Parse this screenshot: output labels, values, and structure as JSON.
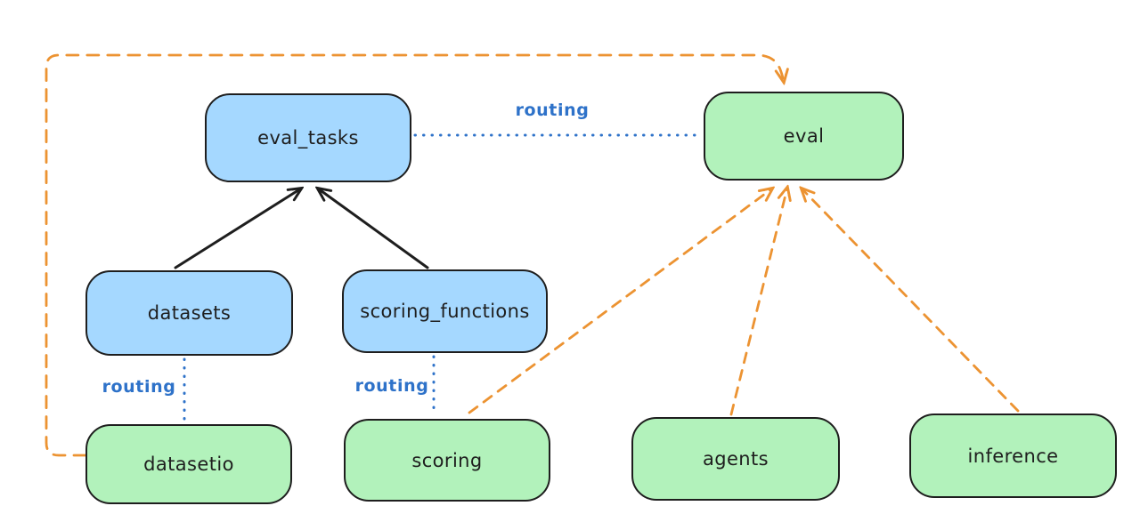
{
  "nodes": [
    {
      "id": "eval_tasks",
      "label": "eval_tasks",
      "fill": "blue"
    },
    {
      "id": "eval",
      "label": "eval",
      "fill": "green"
    },
    {
      "id": "datasets",
      "label": "datasets",
      "fill": "blue"
    },
    {
      "id": "scoring_functions",
      "label": "scoring_functions",
      "fill": "blue"
    },
    {
      "id": "datasetio",
      "label": "datasetio",
      "fill": "green"
    },
    {
      "id": "scoring",
      "label": "scoring",
      "fill": "green"
    },
    {
      "id": "agents",
      "label": "agents",
      "fill": "green"
    },
    {
      "id": "inference",
      "label": "inference",
      "fill": "green"
    }
  ],
  "edge_labels": [
    {
      "text": "routing"
    },
    {
      "text": "routing"
    },
    {
      "text": "routing"
    }
  ],
  "edges": [
    {
      "from": "datasets",
      "to": "eval_tasks",
      "style": "solid-black-arrow"
    },
    {
      "from": "scoring_functions",
      "to": "eval_tasks",
      "style": "solid-black-arrow"
    },
    {
      "from": "eval_tasks",
      "to": "eval",
      "style": "dotted-blue",
      "label": "routing"
    },
    {
      "from": "datasets",
      "to": "datasetio",
      "style": "dotted-blue",
      "label": "routing"
    },
    {
      "from": "scoring_functions",
      "to": "scoring",
      "style": "dotted-blue",
      "label": "routing"
    },
    {
      "from": "datasetio",
      "to": "eval",
      "style": "dashed-orange-arrow"
    },
    {
      "from": "scoring",
      "to": "eval",
      "style": "dashed-orange-arrow"
    },
    {
      "from": "agents",
      "to": "eval",
      "style": "dashed-orange-arrow"
    },
    {
      "from": "inference",
      "to": "eval",
      "style": "dashed-orange-arrow"
    }
  ],
  "colors": {
    "node-blue": "#a5d8ff",
    "node-green": "#b2f2bb",
    "stroke": "#1e1e1e",
    "blue": "#2e72c9",
    "orange": "#ec9332",
    "bg": "#ffffff"
  }
}
